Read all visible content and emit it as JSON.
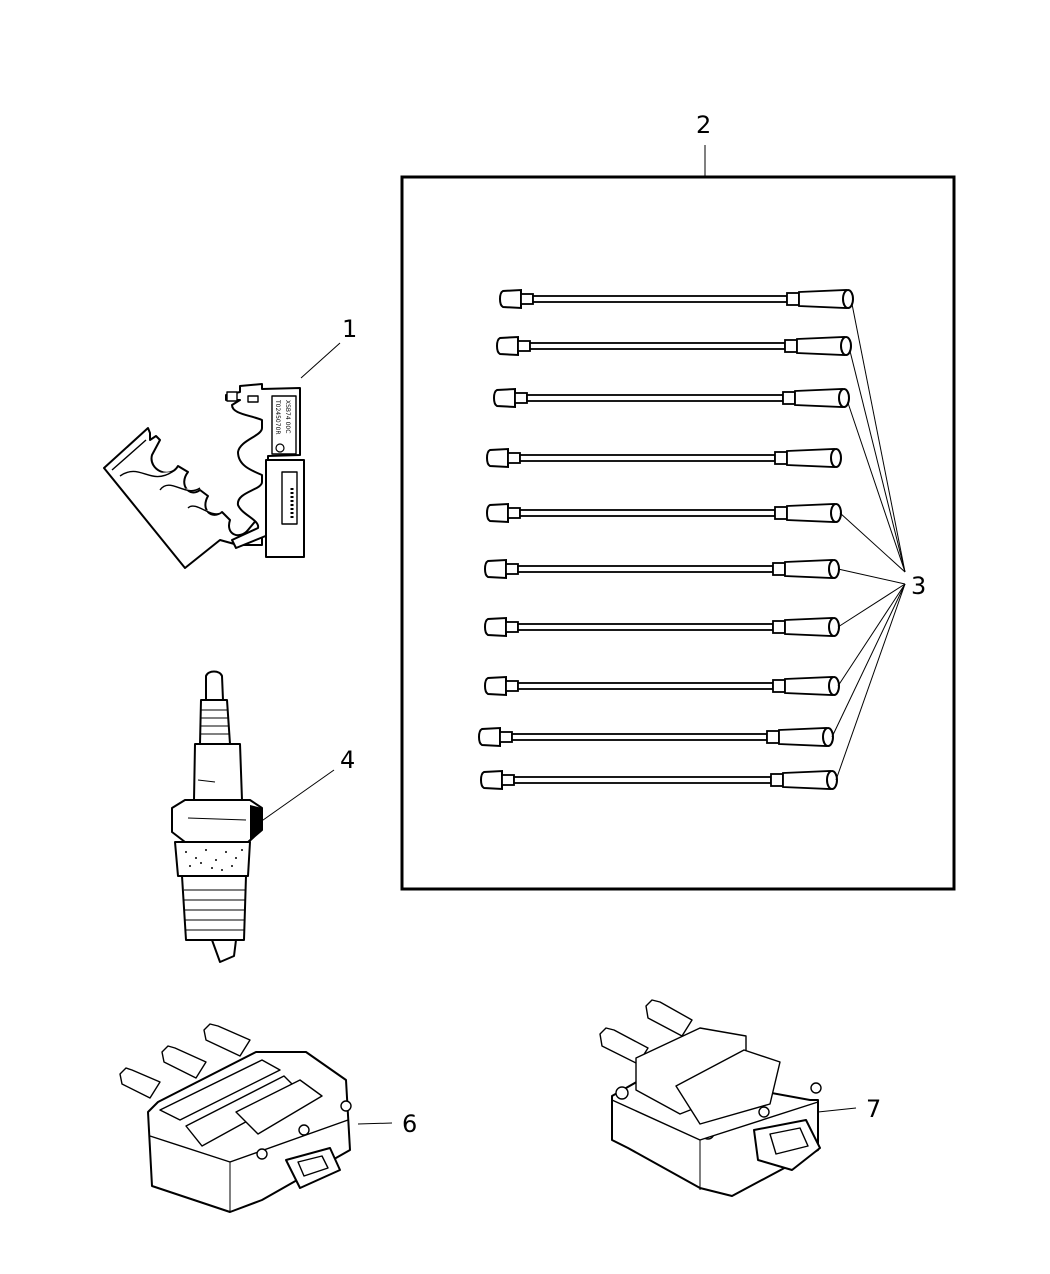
{
  "diagram": {
    "type": "exploded parts diagram",
    "subject": "Ignition components",
    "callouts": [
      {
        "number": "1",
        "part": "wire-separator-clip"
      },
      {
        "number": "2",
        "part": "ignition-wire-set-box"
      },
      {
        "number": "3",
        "part": "ignition-wire",
        "count": 10
      },
      {
        "number": "4",
        "part": "spark-plug"
      },
      {
        "number": "6",
        "part": "ignition-coil-pack-a"
      },
      {
        "number": "7",
        "part": "ignition-coil-pack-b"
      }
    ],
    "labels": {
      "c1": "1",
      "c2": "2",
      "c3": "3",
      "c4": "4",
      "c6": "6",
      "c7": "7"
    },
    "clip_text": {
      "line1": "T0245070R",
      "line2": "XSB74 00C"
    }
  }
}
